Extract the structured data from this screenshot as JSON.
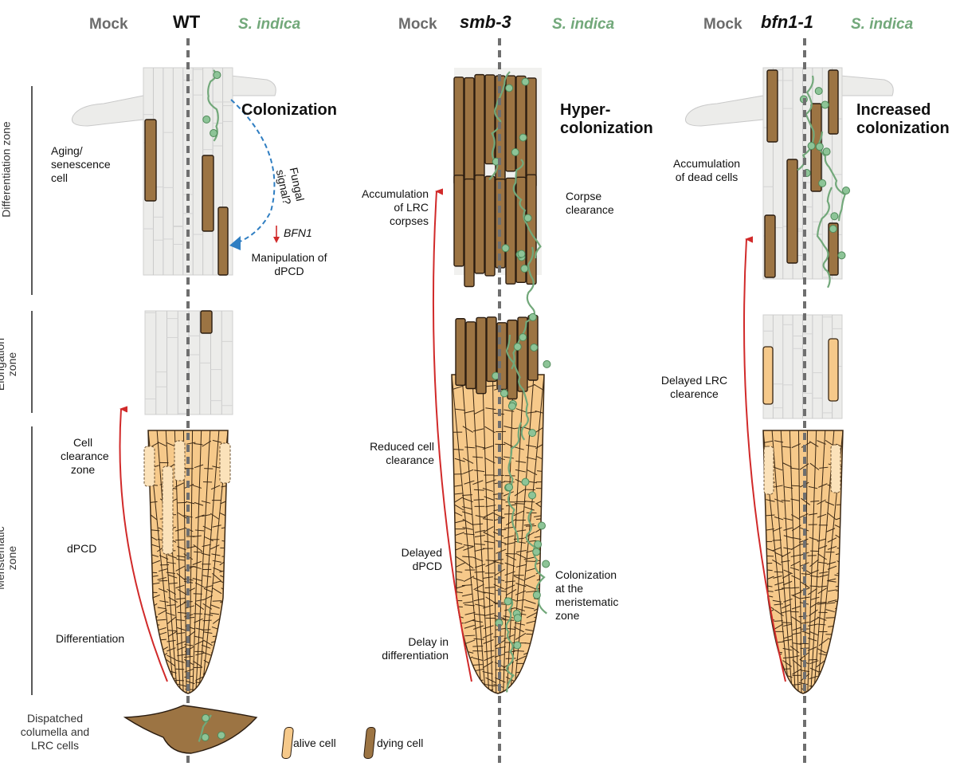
{
  "headers": {
    "mock": "Mock",
    "indica": "S. indica",
    "wt": "WT",
    "smb3": "smb-3",
    "bfn1": "bfn1-1"
  },
  "zones": {
    "differentiation": "Differentiation zone",
    "elongation": "Elongation zone",
    "meristematic": "Meristematic zone"
  },
  "wt_panel": {
    "colonization": "Colonization",
    "aging": [
      "Aging/",
      "senescence",
      "cell"
    ],
    "fungal_signal": [
      "Fungal",
      "signal?"
    ],
    "bfn1_gene": "BFN1",
    "manipulation": [
      "Manipulation of",
      "dPCD"
    ],
    "cell_clearance": [
      "Cell",
      "clearance",
      "zone"
    ],
    "dpcd": "dPCD",
    "differentiation": "Differentiation",
    "dispatched": [
      "Dispatched",
      "columella and",
      "LRC cells"
    ]
  },
  "smb_panel": {
    "hyper": [
      "Hyper-",
      "colonization"
    ],
    "accumulation_lrc": [
      "Accumulation",
      "of LRC",
      "corpses"
    ],
    "corpse_clearance": [
      "Corpse",
      "clearance"
    ],
    "reduced_clearance": [
      "Reduced cell",
      "clearance"
    ],
    "delayed_dpcd": [
      "Delayed",
      "dPCD"
    ],
    "colonization_meristem": [
      "Colonization",
      "at the",
      "meristematic",
      "zone"
    ],
    "delay_differentiation": [
      "Delay in",
      "differentiation"
    ]
  },
  "bfn_panel": {
    "increased": [
      "Increased",
      "colonization"
    ],
    "accumulation_dead": [
      "Accumulation",
      "of dead cells"
    ],
    "delayed_lrc": [
      "Delayed LRC",
      "clearence"
    ]
  },
  "legend": {
    "alive": "alive cell",
    "dying": "dying cell"
  },
  "colors": {
    "alive_fill": "#f6c98a",
    "alive_stroke": "#3b2814",
    "dying_fill": "#9c7443",
    "mature_fill": "#ececea",
    "hypha": "#72a87a",
    "spore": "#8dc497",
    "arrow_red": "#d12a2a",
    "arrow_blue": "#2f7ec2",
    "mock_gray": "#6b6b6b"
  }
}
